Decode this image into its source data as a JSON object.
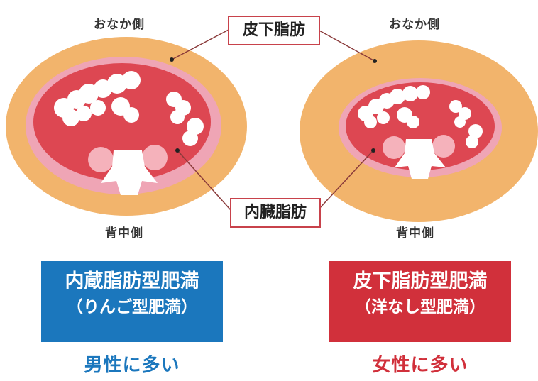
{
  "labels": {
    "belly_side_left": "おなか側",
    "belly_side_right": "おなか側",
    "back_side_left": "背中側",
    "back_side_right": "背中側"
  },
  "callouts": {
    "subcutaneous_fat": "皮下脂肪",
    "visceral_fat": "内臓脂肪"
  },
  "types": {
    "left": {
      "title": "内蔵脂肪型肥満",
      "subtitle": "（りんご型肥満）",
      "tag": "男性に多い",
      "color": "#1b77bd"
    },
    "right": {
      "title": "皮下脂肪型肥満",
      "subtitle": "（洋なし型肥満）",
      "tag": "女性に多い",
      "color": "#d1303b"
    }
  },
  "colors": {
    "fat": "#f2b46c",
    "inner_rim": "#efa5b5",
    "organ": "#dd4752",
    "spine": "#f5b2bb",
    "line": "#8a3a3a"
  }
}
